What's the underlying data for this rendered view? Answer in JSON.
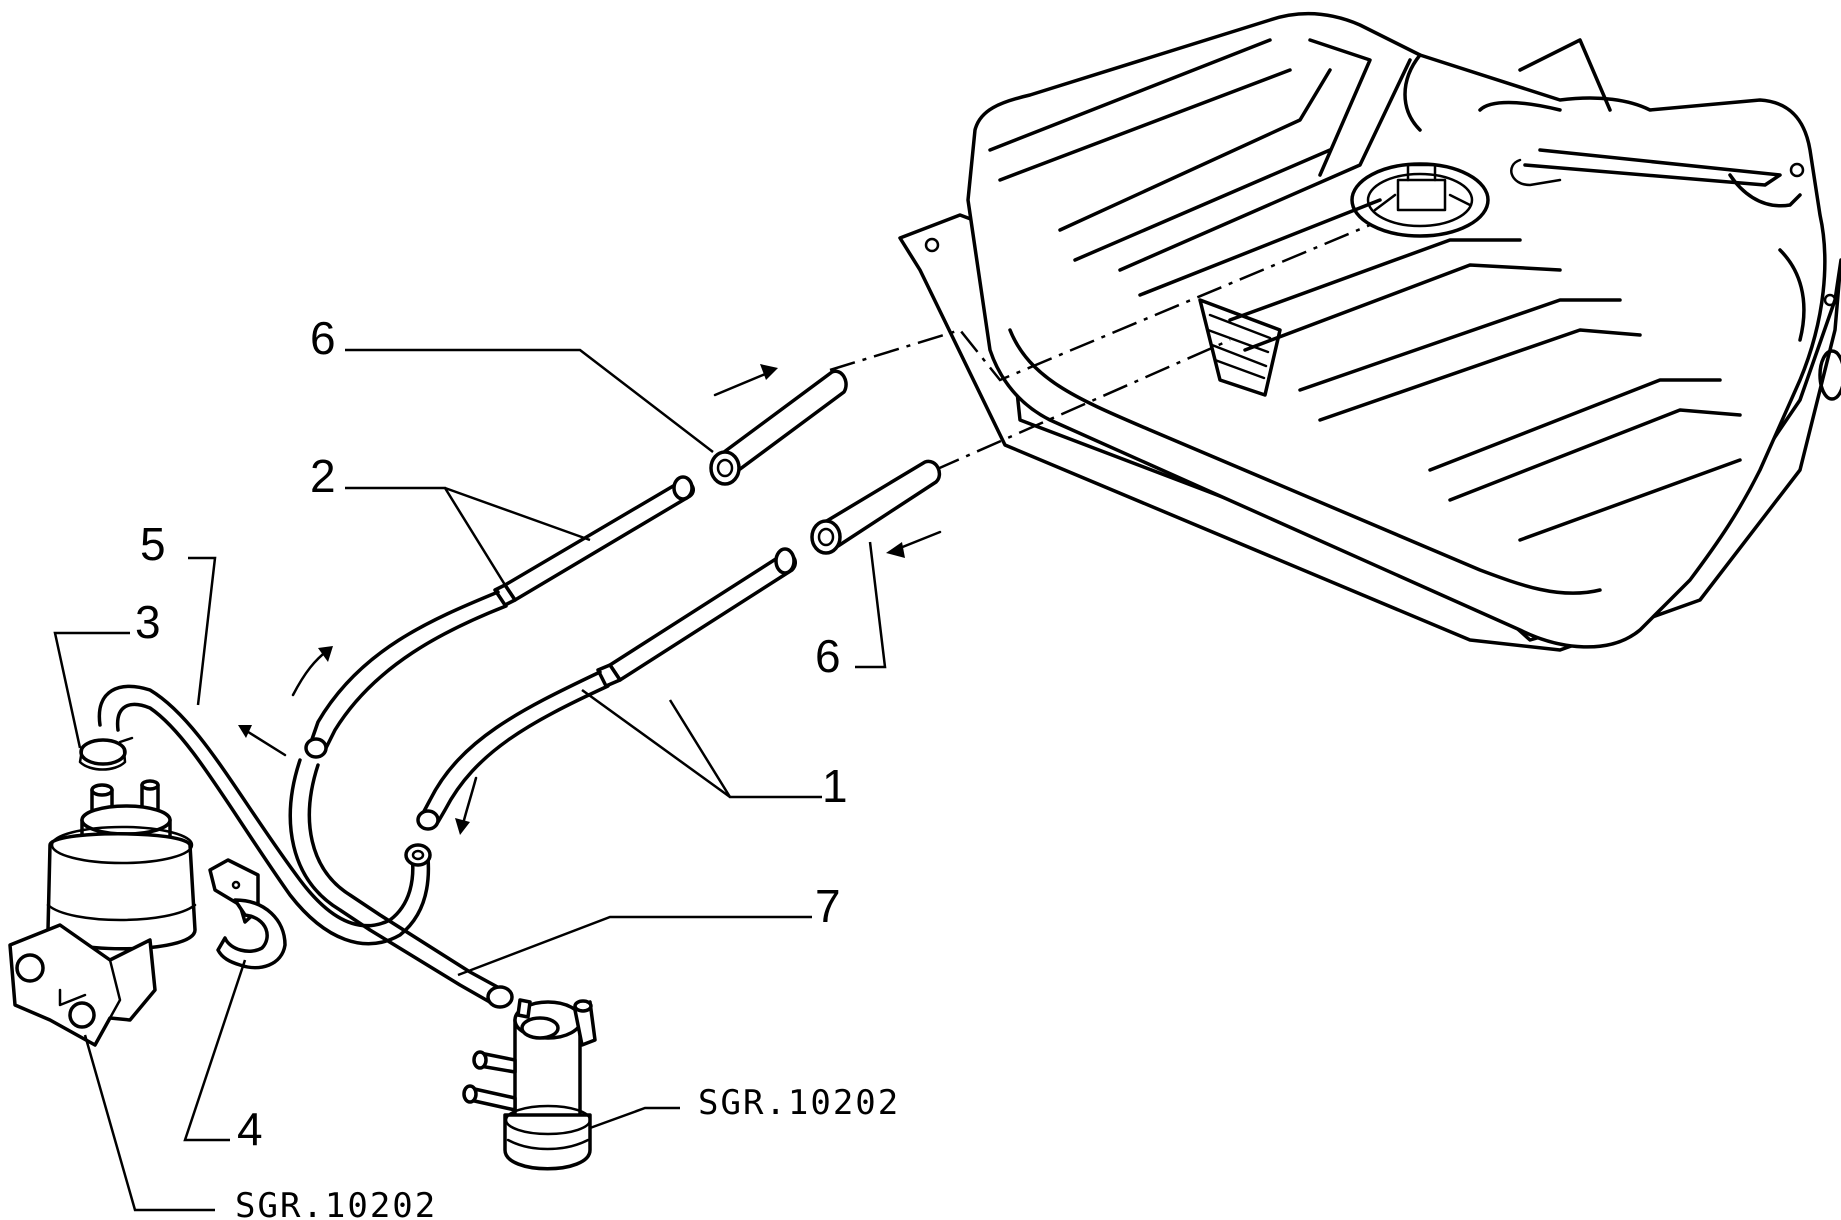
{
  "callouts": {
    "c1": "1",
    "c2": "2",
    "c3": "3",
    "c4": "4",
    "c5": "5",
    "c6_top": "6",
    "c6_bottom": "6",
    "c7": "7"
  },
  "references": {
    "filter_ref": "SGR.10202",
    "pump_ref": "SGR.10202"
  }
}
